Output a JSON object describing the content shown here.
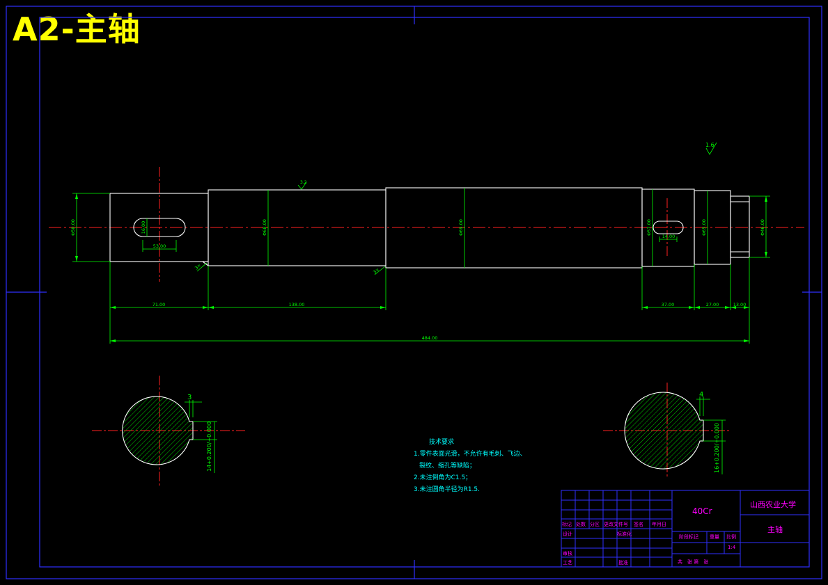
{
  "title": "A2-主轴",
  "shaft": {
    "diameters": [
      "Φ50.00",
      "Φ68.00",
      "Φ69.00",
      "Φ57.00",
      "Φ65.00",
      "Φ46.00"
    ],
    "key1_width": "16.00",
    "key1_length": "53.00",
    "key2_length": "14.00",
    "lengths": [
      "71.00",
      "138.00",
      "37.00",
      "27.00",
      "13.00"
    ],
    "overall_length": "484.00",
    "chamfer_left": "3×",
    "chamfer_mid": "3×",
    "roughness_main": "3.2",
    "roughness_global": "1.6"
  },
  "sections": {
    "left": {
      "key_depth": "3",
      "tolerance": "14+0.200/+0.000"
    },
    "right": {
      "key_depth": "4",
      "tolerance": "16+0.200/+0.000"
    }
  },
  "notes": {
    "heading": "技术要求",
    "items": [
      "1.零件表面光滑，不允许有毛刺、飞边、",
      "裂纹、缩孔等缺陷；",
      "2.未注倒角为C1.5；",
      "3.未注圆角半径为R1.5."
    ]
  },
  "title_block": {
    "material": "40Cr",
    "school": "山西农业大学",
    "part_name": "主轴",
    "scale": "1:4",
    "headers": [
      "标记",
      "处数",
      "分区",
      "更改文件号",
      "签名",
      "年月日"
    ],
    "row_design": "设计",
    "row_standard": "标准化",
    "row_review": "审核",
    "row_process": "工艺",
    "row_approve": "批准",
    "stage": "阶段标记",
    "weight": "重量",
    "ratio": "比例",
    "sheets": "共　张 第　张"
  },
  "colors": {
    "frame": "#0000ff",
    "outline": "#ffffff",
    "dimension": "#00ff00",
    "centerline": "#ff0000",
    "notes": "#00ffff",
    "title": "#ffff00",
    "title_block_text": "#ff00ff"
  }
}
